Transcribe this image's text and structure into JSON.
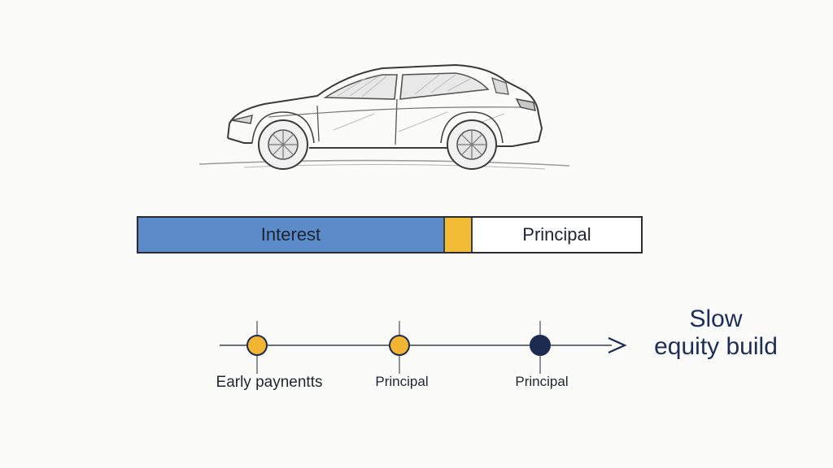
{
  "bar": {
    "segments": [
      {
        "label": "Interest",
        "share": 0.61,
        "color": "#5b8bc9"
      },
      {
        "label": "",
        "share": 0.055,
        "color": "#f2bb36"
      },
      {
        "label": "Principal",
        "share": 0.335,
        "color": "#ffffff"
      }
    ]
  },
  "timeline": {
    "points": [
      {
        "label": "Early paynentts",
        "fill": "#f2b531"
      },
      {
        "label": "Principal",
        "fill": "#f2b531"
      },
      {
        "label": "Principal",
        "fill": "#1c2b4f"
      }
    ]
  },
  "equity_note": {
    "line1": "Slow",
    "line2": "equity build"
  },
  "colors": {
    "ink": "#1e2430",
    "navy": "#1c2d56",
    "blue": "#5b8bc9",
    "gold": "#f2bb36"
  }
}
